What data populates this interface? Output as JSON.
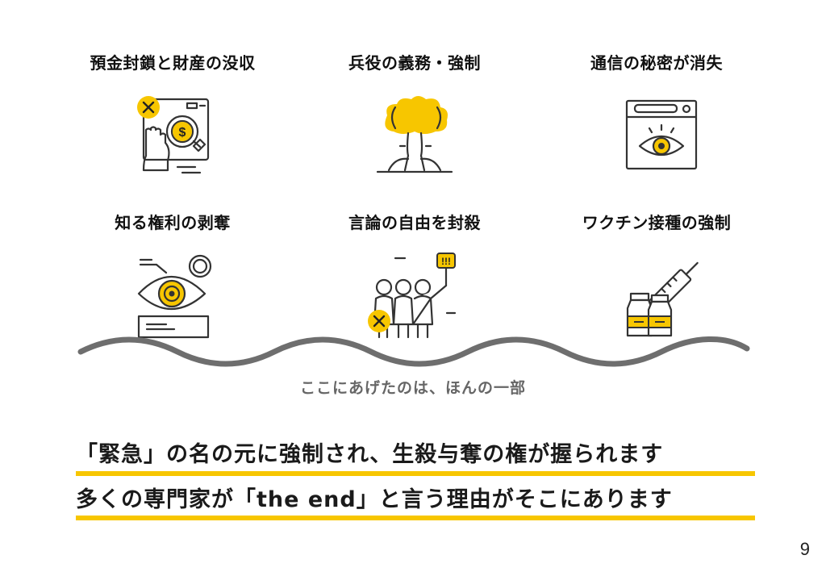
{
  "items": [
    {
      "title": "預金封鎖と財産の没収",
      "icon": "atm-hand-coin-icon"
    },
    {
      "title": "兵役の義務・強制",
      "icon": "mushroom-cloud-icon"
    },
    {
      "title": "通信の秘密が消失",
      "icon": "browser-eye-icon"
    },
    {
      "title": "知る権利の剥奪",
      "icon": "eye-surveillance-icon"
    },
    {
      "title": "言論の自由を封殺",
      "icon": "protest-crowd-icon"
    },
    {
      "title": "ワクチン接種の強制",
      "icon": "syringe-vials-icon"
    }
  ],
  "caption": "ここにあげたのは、ほんの一部",
  "messages": [
    "「緊急」の名の元に強制され、生殺与奪の権が握られます",
    "多くの専門家が「the end」と言う理由がそこにあります"
  ],
  "page_number": "9",
  "colors": {
    "accent": "#f7c600",
    "line": "#333333",
    "wave": "#6e6e6e"
  }
}
